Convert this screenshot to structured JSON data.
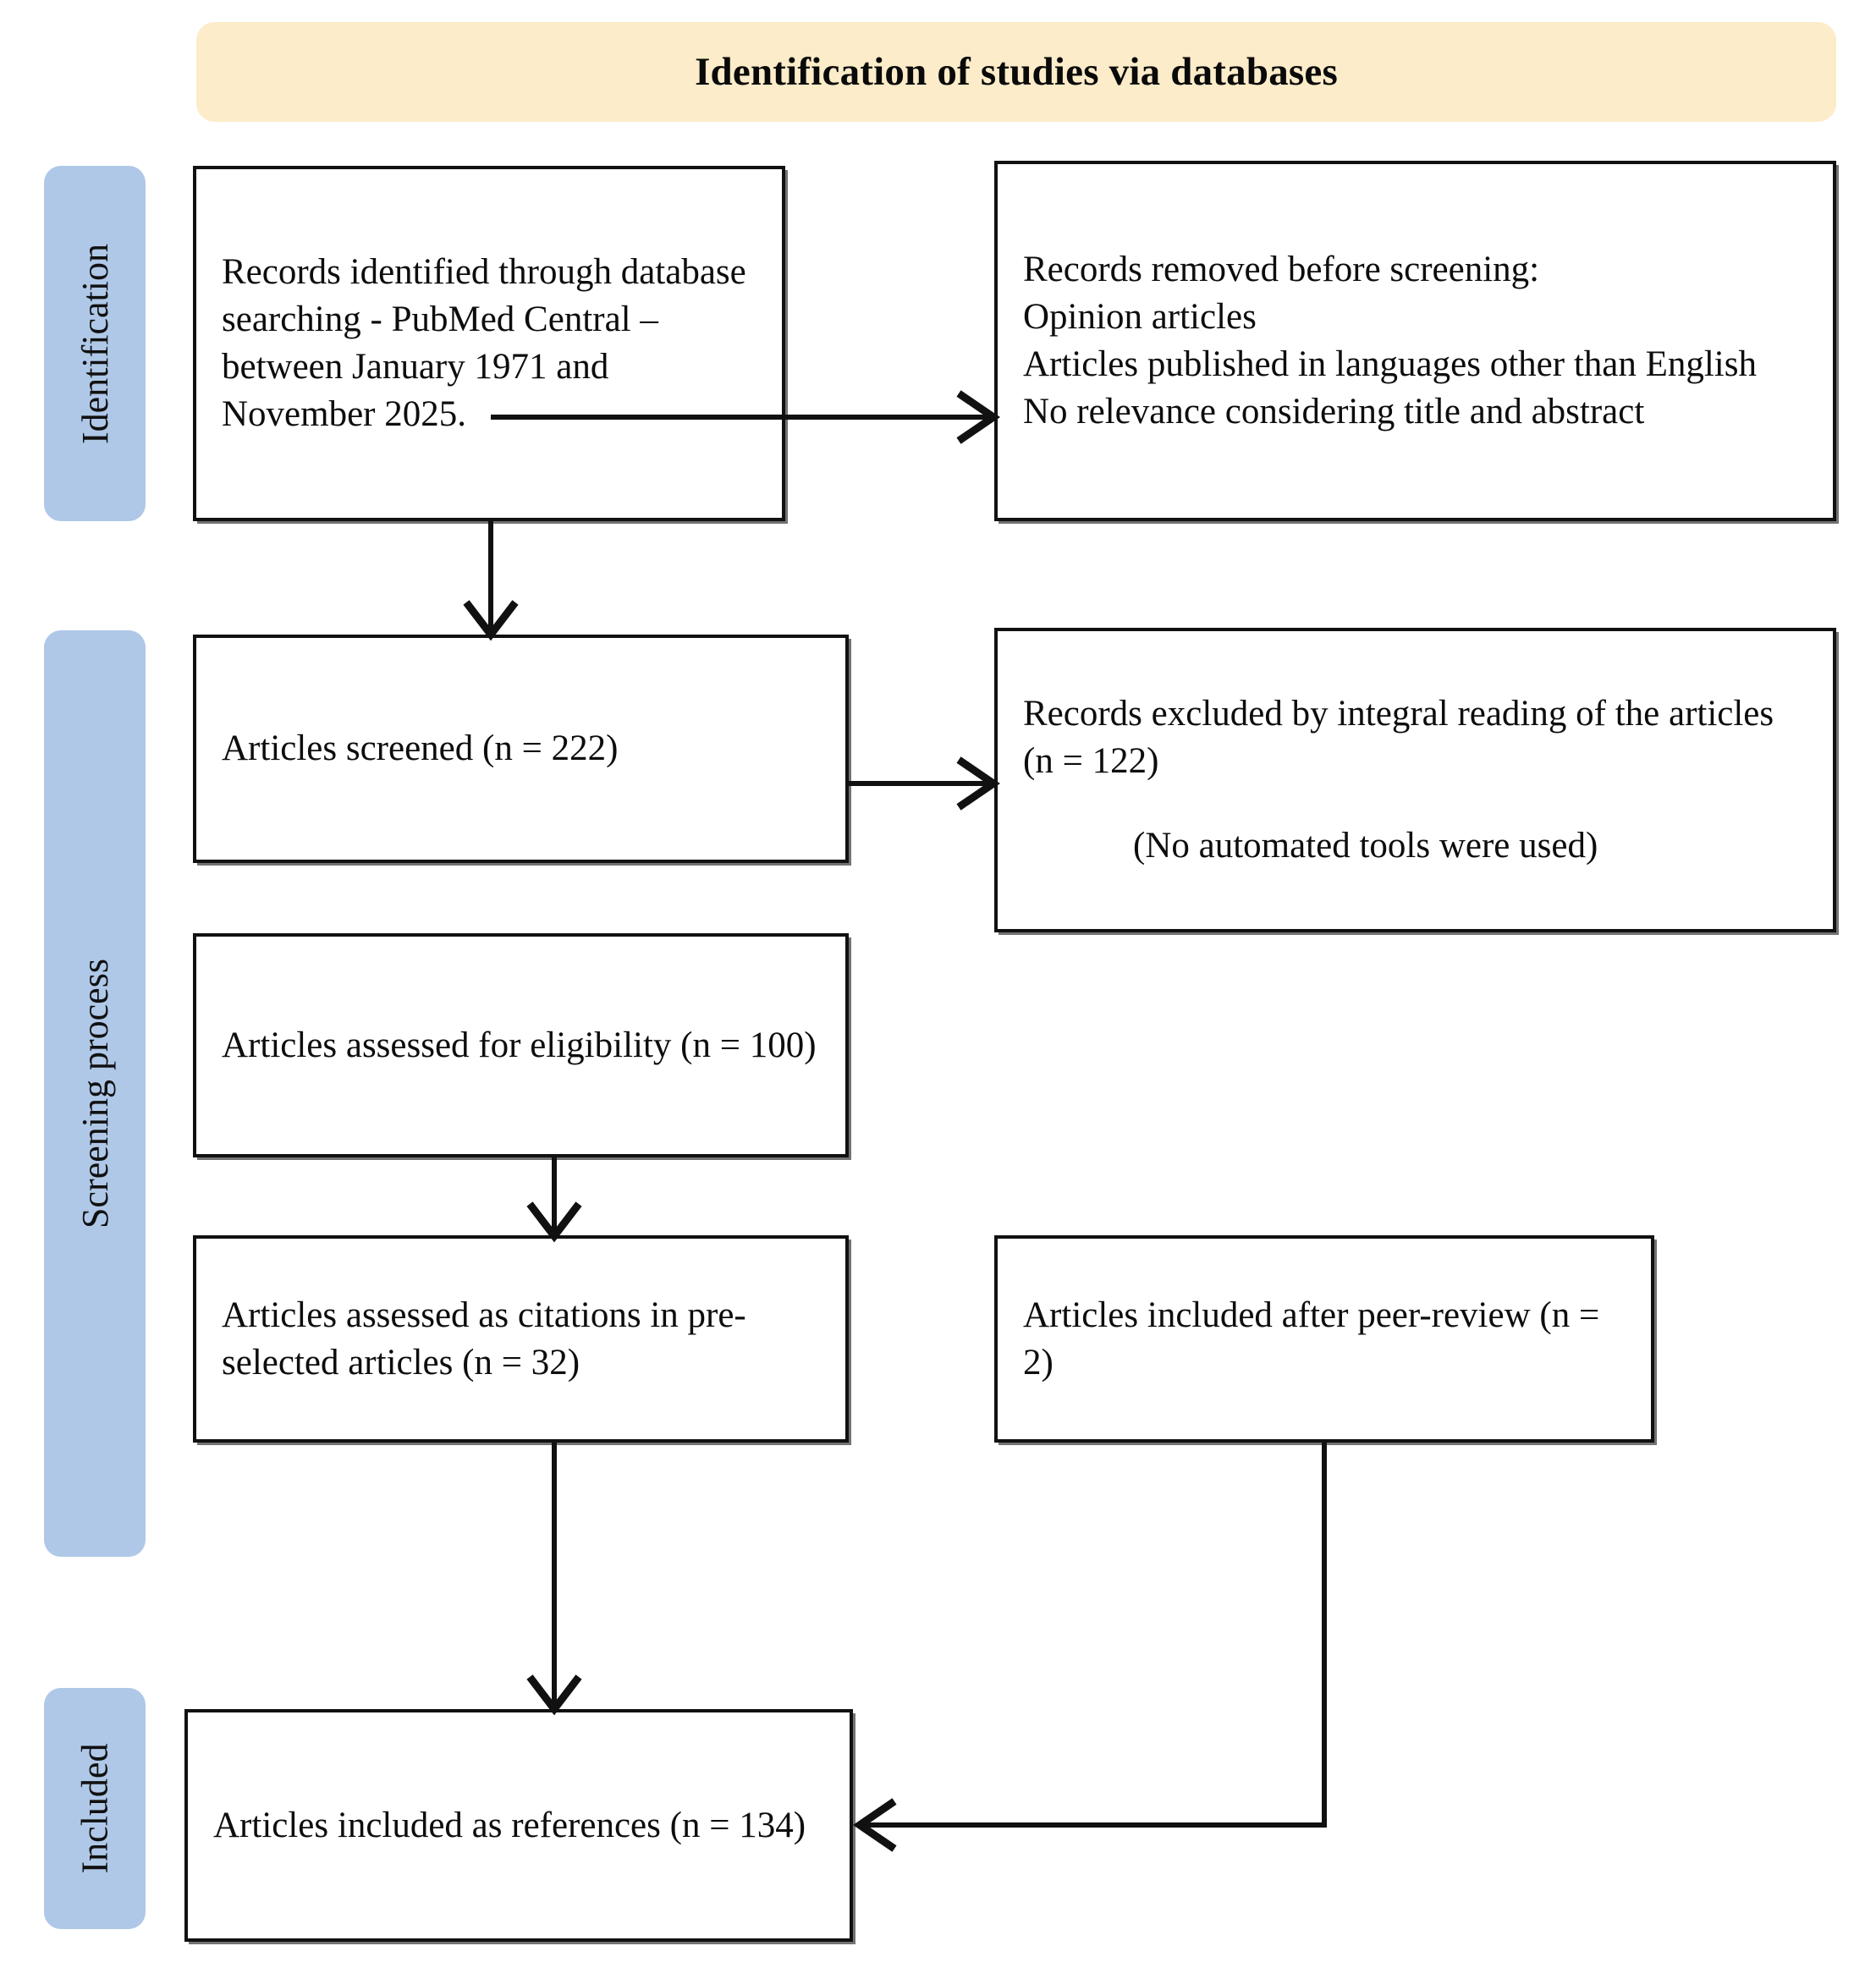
{
  "header": {
    "title": "Identification of studies via databases",
    "background_color": "#fcecc9"
  },
  "stages": {
    "bar_color": "#afc8e8",
    "items": [
      {
        "id": "identification",
        "label": "Identification"
      },
      {
        "id": "screening",
        "label": "Screening process"
      },
      {
        "id": "included",
        "label": "Included"
      }
    ]
  },
  "boxes": {
    "identified": {
      "text": "Records identified through database searching - PubMed Central – between January 1971 and November 2025."
    },
    "removed": {
      "line1": "Records removed before screening:",
      "line2": "Opinion articles",
      "line3": "Articles published in languages other than English",
      "line4": "No relevance considering title and abstract"
    },
    "screened": {
      "text": "Articles screened (n = 222)",
      "count": 222
    },
    "excluded": {
      "text": "Records excluded by integral reading of the articles (n = 122)",
      "note": "(No automated tools were used)",
      "count": 122
    },
    "eligibility": {
      "text": "Articles assessed for eligibility (n = 100)",
      "count": 100
    },
    "citations": {
      "text": "Articles assessed as citations in pre-selected articles (n = 32)",
      "count": 32
    },
    "peer_review": {
      "text": "Articles included after peer-review (n = 2)",
      "count": 2
    },
    "included_final": {
      "text": "Articles included as references (n = 134)",
      "count": 134
    }
  },
  "flow": {
    "line_color": "#111111",
    "connectors": [
      {
        "id": "identified-to-removed",
        "from": "identified",
        "to": "removed",
        "direction": "right"
      },
      {
        "id": "identified-down",
        "from": "identified",
        "to": "screened",
        "direction": "down"
      },
      {
        "id": "screened-to-excluded",
        "from": "screened",
        "to": "excluded",
        "direction": "right"
      },
      {
        "id": "eligibility-down",
        "from": "eligibility",
        "to": "citations",
        "direction": "down"
      },
      {
        "id": "citations-down",
        "from": "citations",
        "to": "included_final",
        "direction": "down"
      },
      {
        "id": "peer-to-included",
        "from": "peer_review",
        "to": "included_final",
        "direction": "left"
      }
    ]
  }
}
